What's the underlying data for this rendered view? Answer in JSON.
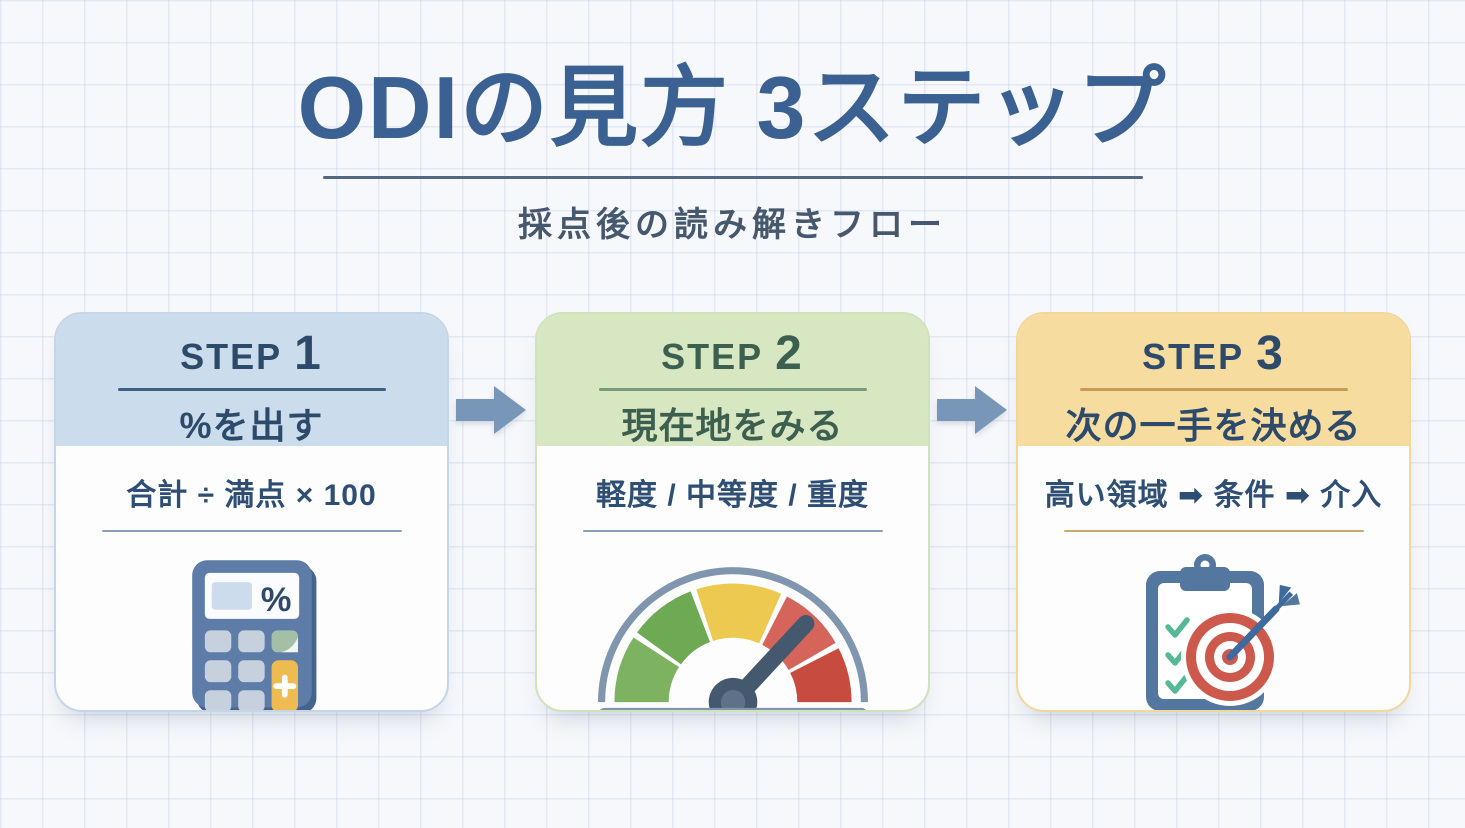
{
  "page": {
    "title": "ODIの見方 3ステップ",
    "subtitle": "採点後の読み解きフロー"
  },
  "steps": [
    {
      "label": "STEP",
      "number": "1",
      "headline": "%を出す",
      "detail": "合計 ÷ 満点 × 100",
      "icon": "calculator-icon",
      "display_symbol": "%",
      "header_color": "#cbdcec",
      "accent_color": "#2d4a6a"
    },
    {
      "label": "STEP",
      "number": "2",
      "headline": "現在地をみる",
      "detail": "軽度 / 中等度 / 重度",
      "icon": "gauge-icon",
      "header_color": "#d7e7c1",
      "accent_color": "#3c5f50"
    },
    {
      "label": "STEP",
      "number": "3",
      "headline": "次の一手を決める",
      "detail": "高い領域 ➡ 条件 ➡ 介入",
      "icon": "clipboard-target-icon",
      "header_color": "#f6dc9f",
      "accent_color": "#2d4a6a"
    }
  ],
  "colors": {
    "title_blue": "#3a6191",
    "subtitle_gray": "#46586d",
    "body_text": "#2e4e74",
    "flow_arrow": "#7796b8",
    "gauge_green": "#7db261",
    "gauge_yellow": "#eec94f",
    "gauge_red": "#c74b3f",
    "gauge_frame": "#8096ae",
    "needle_slate": "#44586e",
    "calculator_blue": "#5d7ca8",
    "calculator_key_gray": "#c7d1dd",
    "calculator_plus_yellow": "#edbb50",
    "clipboard_blue": "#54779f",
    "target_red": "#cd594d",
    "check_green": "#57b896",
    "background": "#f7f8fb"
  }
}
